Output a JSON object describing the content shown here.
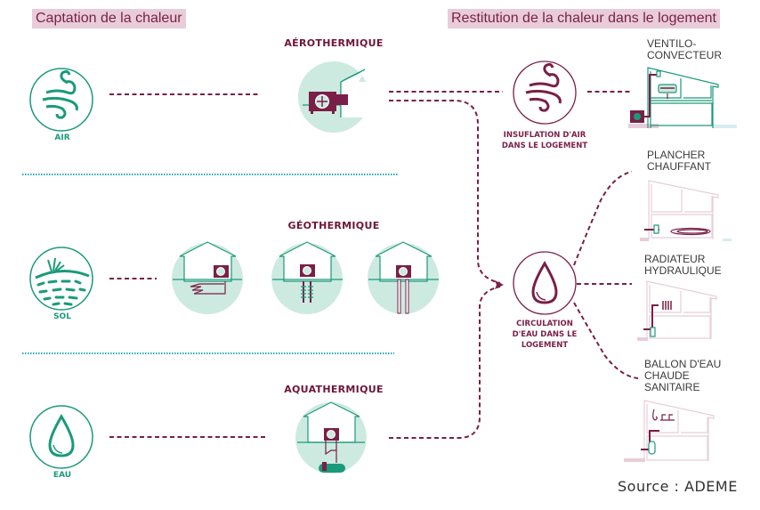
{
  "headers": {
    "capture": "Captation de la chaleur",
    "restitution": "Restitution de la chaleur dans le logement"
  },
  "sources": [
    {
      "label": "AIR",
      "icon": "wind-icon"
    },
    {
      "label": "SOL",
      "icon": "soil-icon"
    },
    {
      "label": "EAU",
      "icon": "water-drop-icon"
    }
  ],
  "technologies": [
    {
      "label": "AÉROTHERMIQUE",
      "icon": "air-heat-pump-icon"
    },
    {
      "label": "GÉOTHERMIQUE",
      "icon": "geothermal-heat-pump-icon"
    },
    {
      "label": "AQUATHERMIQUE",
      "icon": "aquathermal-heat-pump-icon"
    }
  ],
  "distribution": [
    {
      "label_line1": "INSUFLATION D'AIR",
      "label_line2": "DANS LE LOGEMENT",
      "icon": "wind-icon"
    },
    {
      "label_line1": "CIRCULATION",
      "label_line2": "D'EAU DANS LE",
      "label_line3": "LOGEMENT",
      "icon": "water-drop-icon"
    }
  ],
  "emitters": [
    {
      "line1": "VENTILO-",
      "line2": "CONVECTEUR"
    },
    {
      "line1": "PLANCHER",
      "line2": "CHAUFFANT"
    },
    {
      "line1": "RADIATEUR",
      "line2": "HYDRAULIQUE"
    },
    {
      "line1": "BALLON D'EAU",
      "line2": "CHAUDE",
      "line3": "SANITAIRE"
    }
  ],
  "source_credit": "Source : ADEME",
  "colors": {
    "green": "#1a9a7a",
    "light_green": "#cdeae0",
    "burgundy": "#7a1f47",
    "pink_bg": "#e8cdd9",
    "divider": "#2aa8b8"
  }
}
